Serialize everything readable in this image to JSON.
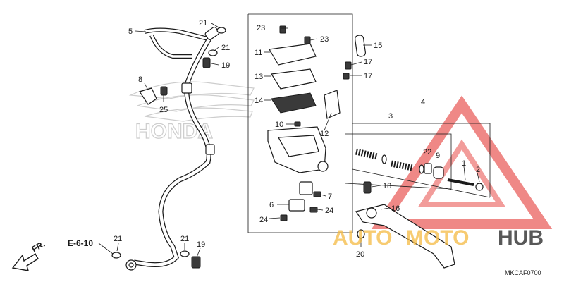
{
  "diagram": {
    "part_numbers": {
      "n1": "1",
      "n2": "2",
      "n3": "3",
      "n4": "4",
      "n5": "5",
      "n6": "6",
      "n7": "7",
      "n8": "8",
      "n10": "10",
      "n11": "11",
      "n12": "12",
      "n13": "13",
      "n14": "14",
      "n15": "15",
      "n16": "16",
      "n17a": "17",
      "n17b": "17",
      "n18": "18",
      "n19a": "19",
      "n19b": "19",
      "n20": "20",
      "n21a": "21",
      "n21b": "21",
      "n21c": "21",
      "n21d": "21",
      "n22": "22",
      "n23a": "23",
      "n23b": "23",
      "n24a": "24",
      "n24b": "24",
      "n25": "25",
      "n9": "9"
    },
    "section_ref": "E-6-10",
    "front_label": "FR.",
    "diagram_code": "MKCAF0700",
    "brand_mark": "HONDA"
  },
  "watermark": {
    "auto": "AUTO",
    "moto": "MOTO",
    "hub": "HUB",
    "colors": {
      "red": "#e53935",
      "orange": "#f4b942",
      "dark": "#3b3b3b"
    }
  }
}
